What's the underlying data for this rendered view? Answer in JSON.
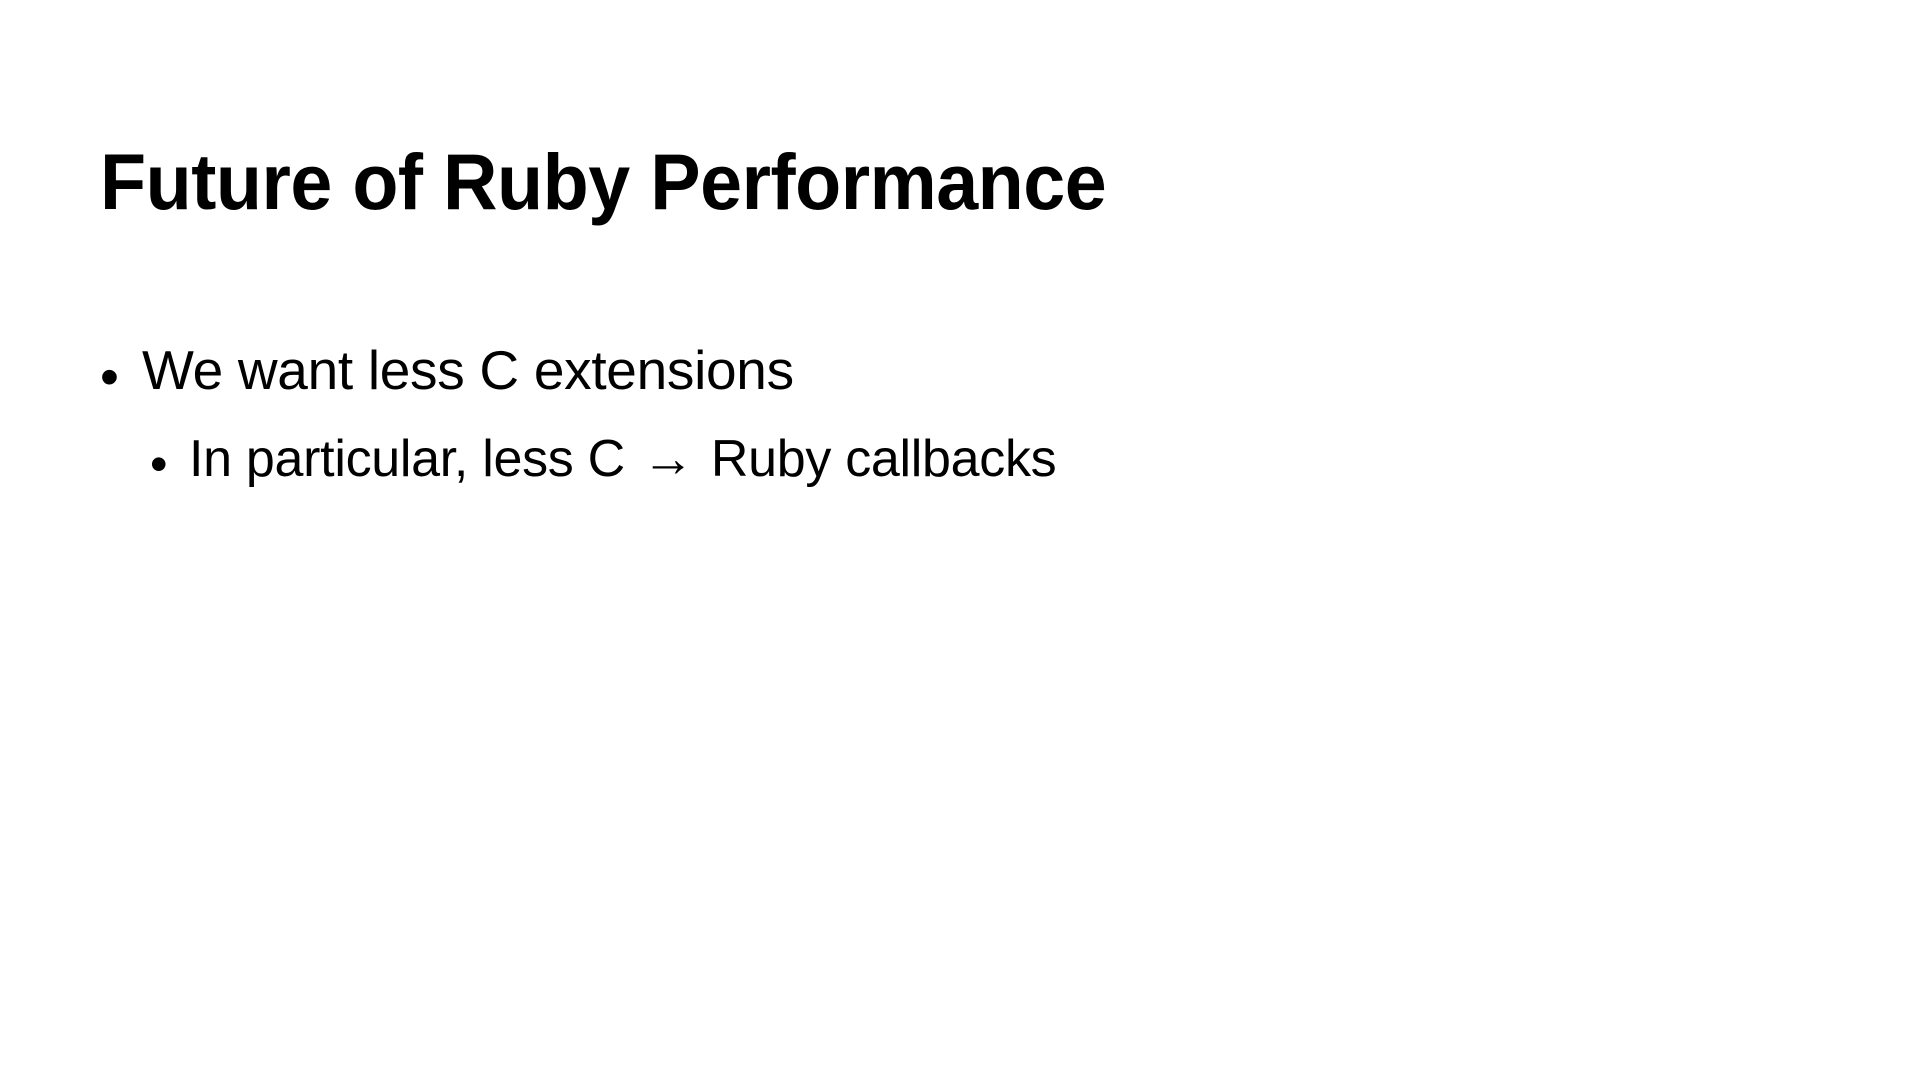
{
  "slide": {
    "background_color": "#ffffff",
    "text_color": "#000000",
    "title": "Future of Ruby Performance",
    "bullets": [
      {
        "level": 1,
        "marker": "•",
        "text": "We want less C extensions"
      },
      {
        "level": 2,
        "marker": "•",
        "text_before_arrow": "In particular, less C ",
        "arrow": "→",
        "text_after_arrow": " Ruby callbacks",
        "full_text": "In particular, less C → Ruby callbacks"
      }
    ]
  }
}
